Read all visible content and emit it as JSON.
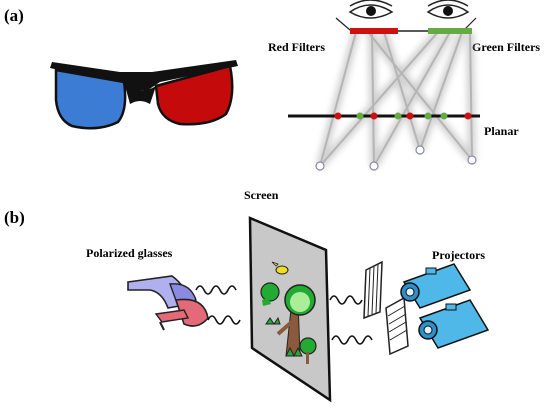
{
  "panel_a": {
    "label": "(a)",
    "red_filters_label": "Red Filters",
    "green_filters_label": "Green Filters",
    "planar_label": "Planar",
    "colors": {
      "red_filter": "#cc1111",
      "green_filter": "#66aa44",
      "left_lens": "#3d7cd4",
      "right_lens": "#c40a0a"
    }
  },
  "panel_b": {
    "label": "(b)",
    "screen_label": "Screen",
    "polarized_glasses_label": "Polarized glasses",
    "projectors_label": "Projectors",
    "colors": {
      "screen": "#c8c8c8",
      "projector": "#4fb8e8",
      "glasses_frame": "#7e7ed8",
      "glasses_lens": "#e46a7a"
    }
  }
}
